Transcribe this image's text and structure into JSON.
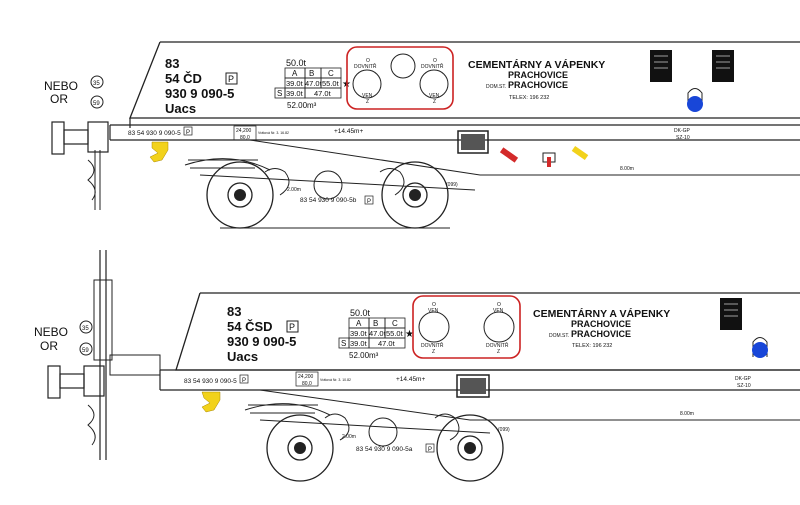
{
  "wagons": [
    {
      "side_label_1": "NEBO",
      "side_label_2": "OR",
      "circle_top": "35",
      "circle_bottom": "59",
      "code_line1": "83",
      "code_line2": "54 ČD",
      "code_line3": "930 9 090-5",
      "code_line4": "Uacs",
      "p_badge": "P",
      "load_top": "50.0t",
      "load_headers": [
        "A",
        "B",
        "C"
      ],
      "load_row1": [
        "39.0t",
        "47.0t",
        "55.0t"
      ],
      "load_s_label": "S",
      "load_row2": [
        "39.0t",
        "47.0t"
      ],
      "volume": "52.00m³",
      "valve_left_top": "O",
      "valve_left_label": "VEN",
      "valve_left_bottom": "Z",
      "valve_right_top": "O",
      "valve_right_label": "VEN",
      "valve_right_bottom": "Z",
      "valve_left_upper": "DOVNITŘ",
      "valve_right_upper": "DOVNITŘ",
      "owner_line1": "CEMENTÁRNY A VÁPENKY",
      "owner_line2": "PRACHOVICE",
      "owner_dom_prefix": "DOM.ST.",
      "owner_line3": "PRACHOVICE",
      "telex": "TELEX:   196   232",
      "frame_number": "83 54 930 9 090-5",
      "frame_p": "P",
      "small_box_top": "24,200",
      "small_box_bottom": "80,0",
      "revision": "Vrátová Nr. 3. 16.82",
      "length": "+14.45m+",
      "dk_gp": "DK-GP",
      "sz": "SZ-10",
      "dist_right": "8.00m",
      "dist_left": "2.00m",
      "bogie_number": "83 54 930 9 090-5b",
      "bogie_p": "P",
      "tag_099": "(099)"
    },
    {
      "side_label_1": "NEBO",
      "side_label_2": "OR",
      "circle_top": "35",
      "circle_bottom": "59",
      "code_line1": "83",
      "code_line2": "54 ČSD",
      "code_line3": "930 9 090-5",
      "code_line4": "Uacs",
      "p_badge": "P",
      "load_top": "50.0t",
      "load_headers": [
        "A",
        "B",
        "C"
      ],
      "load_row1": [
        "39.0t",
        "47.0t",
        "55.0t"
      ],
      "load_s_label": "S",
      "load_row2": [
        "39.0t",
        "47.0t"
      ],
      "volume": "52.00m³",
      "valve_left_top": "O",
      "valve_left_label": "VEN",
      "valve_left_bottom": "Z",
      "valve_right_top": "O",
      "valve_right_label": "VEN",
      "valve_right_bottom": "Z",
      "valve_left_upper": "DOVNITŘ",
      "valve_right_upper": "DOVNITŘ",
      "owner_line1": "CEMENTÁRNY A VÁPENKY",
      "owner_line2": "PRACHOVICE",
      "owner_dom_prefix": "DOM.ST.",
      "owner_line3": "PRACHOVICE",
      "telex": "TELEX:   196   232",
      "frame_number": "83 54 930 9 090-5",
      "frame_p": "P",
      "small_box_top": "24,200",
      "small_box_bottom": "80,0",
      "revision": "Vrátová Nr. 3. 10.82",
      "length": "+14.45m+",
      "dk_gp": "DK-GP",
      "sz": "SZ-10",
      "dist_right": "8.00m",
      "dist_left": "2.00m",
      "bogie_number": "83 54 930 9 090-5a",
      "bogie_p": "P",
      "tag_099": "(099)"
    }
  ],
  "colors": {
    "yellow": "#f2d21b",
    "red_outline": "#cc2222",
    "blue_lamp": "#1846d8",
    "handle_red": "#d32a2a"
  }
}
